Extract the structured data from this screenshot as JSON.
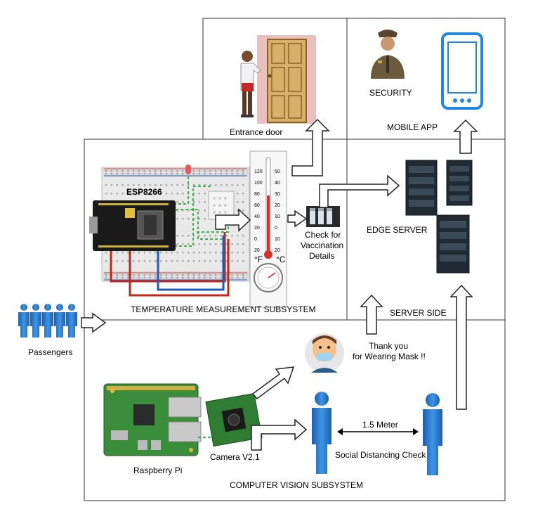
{
  "labels": {
    "entrance_door": "Entrance door",
    "security": "SECURITY",
    "mobile_app": "MOBILE APP",
    "esp8266": "ESP8266",
    "check_line1": "Check for",
    "check_line2": "Vaccination",
    "check_line3": "Details",
    "edge_server": "EDGE SERVER",
    "temperature_subsystem": "TEMPERATURE MEASUREMENT SUBSYSTEM",
    "server_side": "SERVER SIDE",
    "passengers": "Passengers",
    "thank_line1": "Thank you",
    "thank_line2": "for Wearing Mask !!",
    "raspberry_pi": "Raspberry Pi",
    "camera": "Camera V2.1",
    "distance": "1.5 Meter",
    "social_distancing": "Social Distancing Check",
    "cv_subsystem": "COMPUTER VISION SUBSYSTEM"
  },
  "thermometer": {
    "celsius_ticks": [
      "50",
      "40",
      "30",
      "20",
      "10",
      "0",
      "10",
      "20"
    ],
    "fahrenheit_ticks": [
      "120",
      "100",
      "80",
      "60",
      "40",
      "20",
      "0",
      "20"
    ],
    "unit_f": "°F",
    "unit_c": "°C"
  },
  "colors": {
    "box_border": "#333333",
    "arrow_fill": "#ffffff",
    "arrow_stroke": "#222222",
    "person_blue": "#2f7fd6",
    "server_dark": "#1f2a33",
    "board_black": "#1a1a1a",
    "pcb_green": "#3a8d3a",
    "wire_red": "#c0281c",
    "wire_blue": "#2458b5",
    "wire_green": "#38b24a"
  }
}
